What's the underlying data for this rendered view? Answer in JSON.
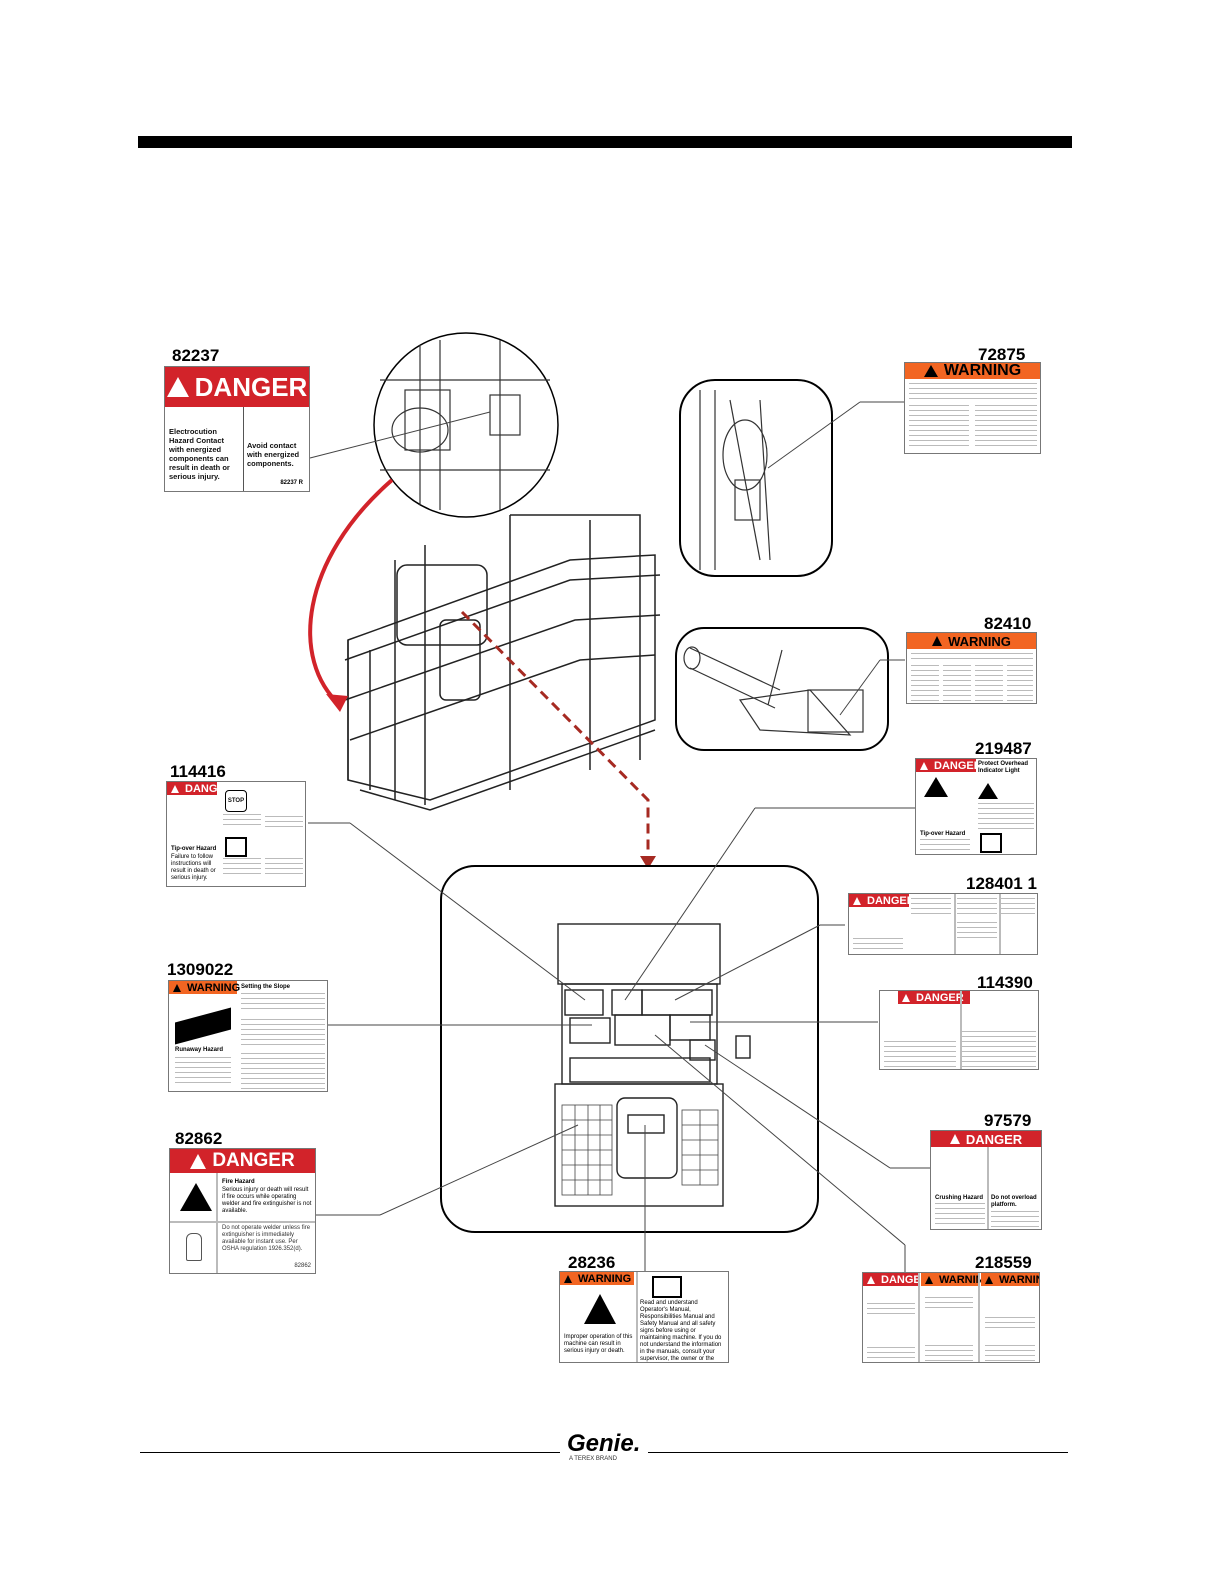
{
  "parts": {
    "p82237": "82237",
    "p72875": "72875",
    "p82410": "82410",
    "p219487": "219487",
    "p114416": "114416",
    "p128401": "128401 1",
    "p1309022": "1309022",
    "p114390": "114390",
    "p97579": "97579",
    "p82862": "82862",
    "p28236": "28236",
    "p218559": "218559"
  },
  "labels": {
    "danger": "DANGER",
    "warning": "WARNING"
  },
  "decal82237": {
    "left_text": "Electrocution Hazard Contact with energized components can result in death or serious injury.",
    "right_text": "Avoid contact with energized components.",
    "code": "82237 R"
  },
  "decal114416": {
    "stop": "STOP",
    "text1": "Tip-over Hazard",
    "text2": "Failure to follow instructions will result in death or serious injury."
  },
  "decal1309022": {
    "heading": "Setting the Slope",
    "hazard": "Runaway Hazard"
  },
  "decal82862": {
    "line1": "Fire Hazard",
    "line2": "Serious injury or death will result if fire occurs while operating welder and fire extinguisher is not available.",
    "line3": "Do not operate welder unless fire extinguisher is immediately available for instant use. Per OSHA regulation 1926.352(d).",
    "code": "82862"
  },
  "decal28236": {
    "left": "Improper operation of this machine can result in serious injury or death.",
    "right": "Read and understand Operator's Manual, Responsibilities Manual and Safety Manual and all safety signs before using or maintaining machine. If you do not understand the information in the manuals, consult your supervisor, the owner or the manufacturer."
  },
  "decal219487": {
    "title": "Protect Overhead Indicator Light",
    "hazard": "Tip-over Hazard"
  },
  "decal97579": {
    "hazard": "Crushing Hazard",
    "right": "Do not overload platform."
  },
  "footer": {
    "logo": "Genie.",
    "sub": "A TEREX BRAND"
  },
  "colors": {
    "danger_red": "#d2232a",
    "warning_orange": "#f26522",
    "arrow_red": "#d2232a"
  }
}
